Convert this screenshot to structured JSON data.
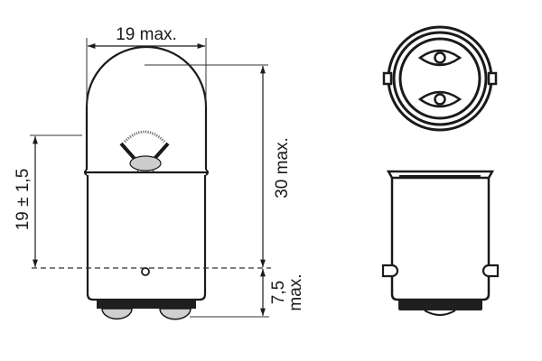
{
  "diagram": {
    "type": "technical-drawing",
    "subject": "BA15d double-contact bulb (R5W style)",
    "colors": {
      "line": "#1a1a1a",
      "dim_line": "#333333",
      "fill_gray": "#d4d4d4",
      "contact_fill": "#1f1f1f",
      "background": "#ffffff"
    },
    "side_view": {
      "dimensions": {
        "width_label": "19 max.",
        "overall_height_label": "30 max.",
        "light_center_label": "19 ± 1,5",
        "contact_height_label": "7,5",
        "contact_height_suffix": "max."
      }
    },
    "top_view": {
      "description": "Base seen from below with two contact symbols (eye shapes) and two bayonet pins"
    },
    "rotated_side_view": {
      "description": "Base rotated 90°, bayonet pins visible on both sides"
    }
  }
}
